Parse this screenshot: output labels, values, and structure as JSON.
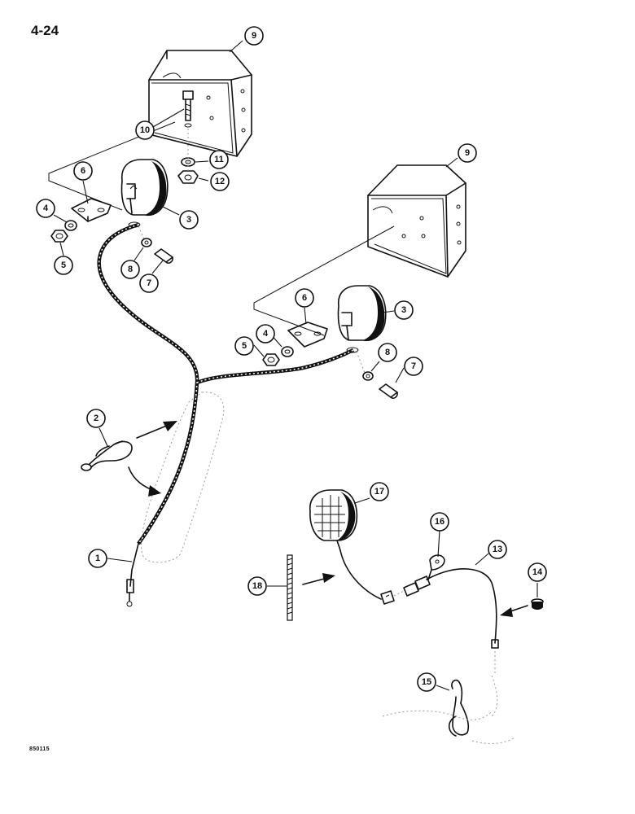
{
  "page": {
    "number": "4-24",
    "figure_code": "850115"
  },
  "callouts": [
    {
      "id": "c9a",
      "label": "9"
    },
    {
      "id": "c10",
      "label": "10"
    },
    {
      "id": "c11",
      "label": "11"
    },
    {
      "id": "c12",
      "label": "12"
    },
    {
      "id": "c6a",
      "label": "6"
    },
    {
      "id": "c3a",
      "label": "3"
    },
    {
      "id": "c4a",
      "label": "4"
    },
    {
      "id": "c5a",
      "label": "5"
    },
    {
      "id": "c8a",
      "label": "8"
    },
    {
      "id": "c7a",
      "label": "7"
    },
    {
      "id": "c9b",
      "label": "9"
    },
    {
      "id": "c6b",
      "label": "6"
    },
    {
      "id": "c3b",
      "label": "3"
    },
    {
      "id": "c4b",
      "label": "4"
    },
    {
      "id": "c5b",
      "label": "5"
    },
    {
      "id": "c8b",
      "label": "8"
    },
    {
      "id": "c7b",
      "label": "7"
    },
    {
      "id": "c2",
      "label": "2"
    },
    {
      "id": "c1",
      "label": "1"
    },
    {
      "id": "c17",
      "label": "17"
    },
    {
      "id": "c16",
      "label": "16"
    },
    {
      "id": "c13",
      "label": "13"
    },
    {
      "id": "c14",
      "label": "14"
    },
    {
      "id": "c18",
      "label": "18"
    },
    {
      "id": "c15",
      "label": "15"
    }
  ]
}
